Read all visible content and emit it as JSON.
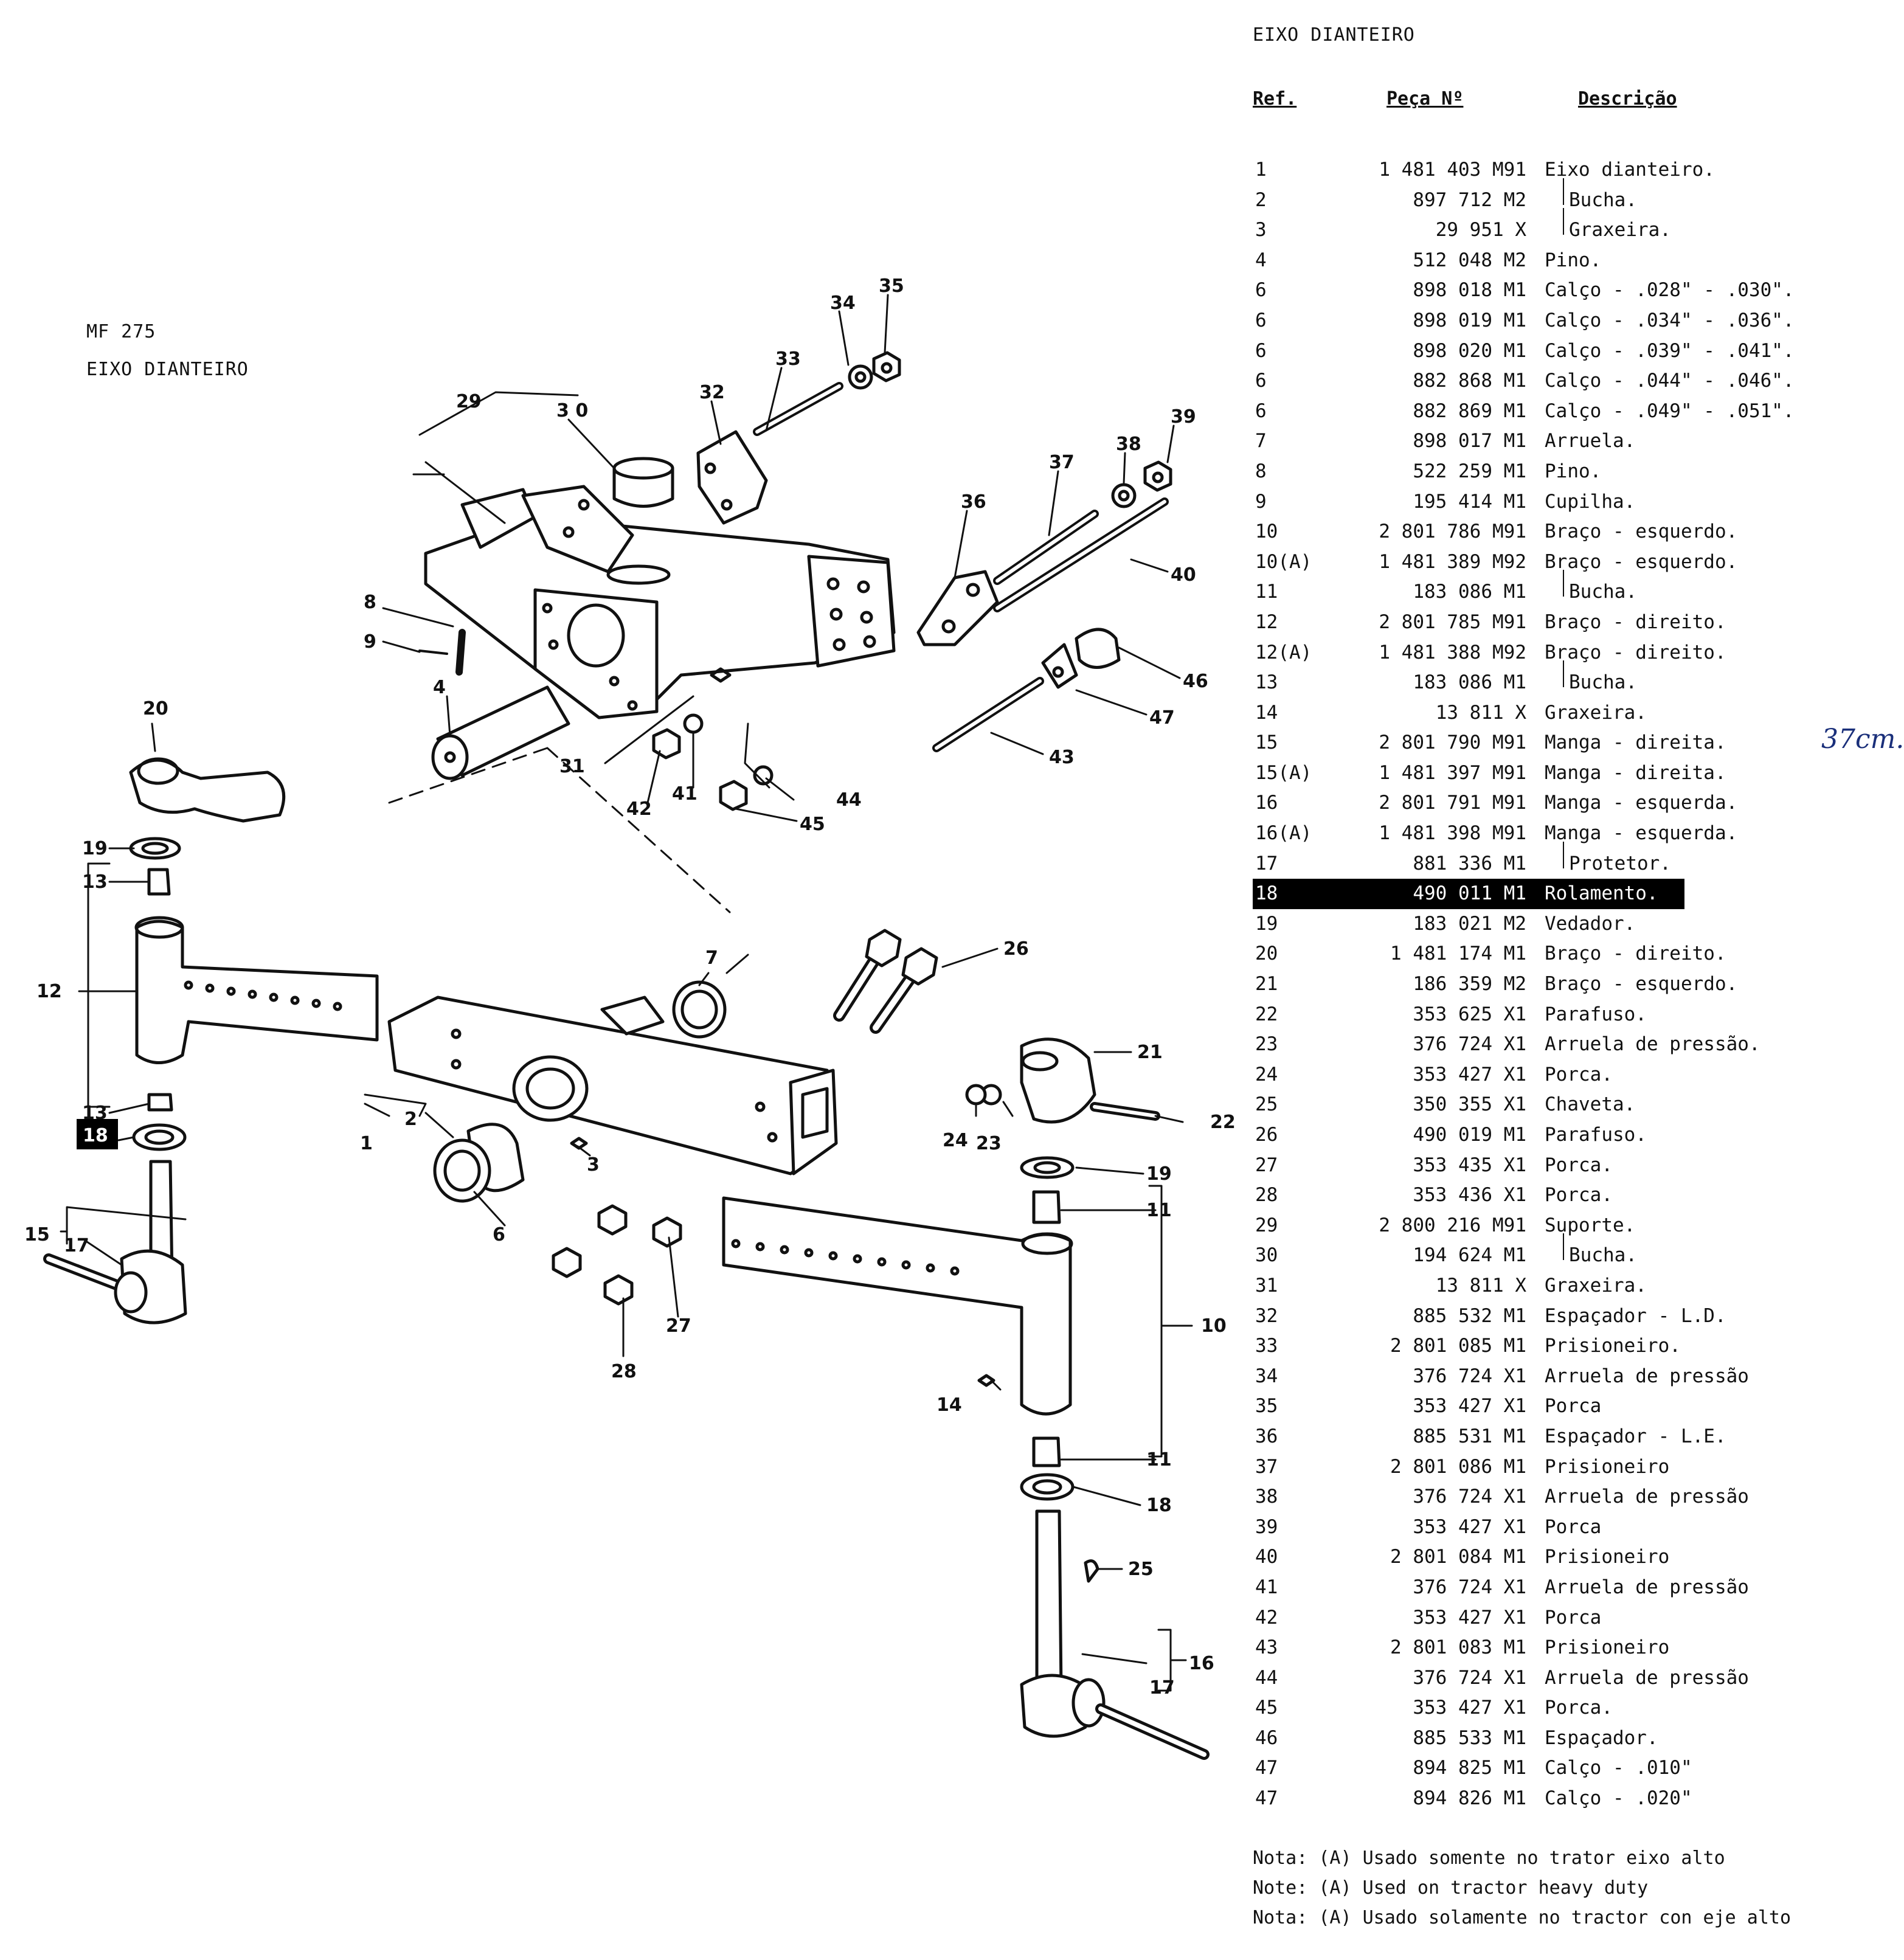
{
  "left_titles": {
    "model": "MF 275",
    "section": "EIXO DIANTEIRO"
  },
  "panel": {
    "title": "EIXO DIANTEIRO",
    "headers": {
      "ref": "Ref.",
      "part": "Peça Nº",
      "desc": "Descrição"
    },
    "rows": [
      {
        "ref": "1",
        "part": "1 481 403 M91",
        "desc": "Eixo dianteiro."
      },
      {
        "ref": "2",
        "part": "897 712 M2",
        "desc": "Bucha."
      },
      {
        "ref": "3",
        "part": "29 951 X",
        "desc": "Graxeira."
      },
      {
        "ref": "4",
        "part": "512 048 M2",
        "desc": "Pino."
      },
      {
        "ref": "6",
        "part": "898 018 M1",
        "desc": "Calço - .028\" - .030\"."
      },
      {
        "ref": "6",
        "part": "898 019 M1",
        "desc": "Calço - .034\" - .036\"."
      },
      {
        "ref": "6",
        "part": "898 020 M1",
        "desc": "Calço - .039\" - .041\"."
      },
      {
        "ref": "6",
        "part": "882 868 M1",
        "desc": "Calço - .044\" - .046\"."
      },
      {
        "ref": "6",
        "part": "882 869 M1",
        "desc": "Calço - .049\" - .051\"."
      },
      {
        "ref": "7",
        "part": "898 017 M1",
        "desc": "Arruela."
      },
      {
        "ref": "8",
        "part": "522 259 M1",
        "desc": "Pino."
      },
      {
        "ref": "9",
        "part": "195 414 M1",
        "desc": "Cupilha."
      },
      {
        "ref": "10",
        "part": "2 801 786 M91",
        "desc": "Braço - esquerdo."
      },
      {
        "ref": "10(A)",
        "part": "1 481 389 M92",
        "desc": "Braço - esquerdo."
      },
      {
        "ref": "11",
        "part": "183 086 M1",
        "desc": "Bucha."
      },
      {
        "ref": "12",
        "part": "2 801 785 M91",
        "desc": "Braço - direito."
      },
      {
        "ref": "12(A)",
        "part": "1 481 388 M92",
        "desc": "Braço - direito."
      },
      {
        "ref": "13",
        "part": "183 086 M1",
        "desc": "Bucha."
      },
      {
        "ref": "14",
        "part": "13 811 X",
        "desc": "Graxeira."
      },
      {
        "ref": "15",
        "part": "2 801 790 M91",
        "desc": "Manga - direita."
      },
      {
        "ref": "15(A)",
        "part": "1 481 397 M91",
        "desc": "Manga - direita."
      },
      {
        "ref": "16",
        "part": "2 801 791 M91",
        "desc": "Manga - esquerda."
      },
      {
        "ref": "16(A)",
        "part": "1 481 398 M91",
        "desc": "Manga - esquerda."
      },
      {
        "ref": "17",
        "part": "881 336 M1",
        "desc": "Protetor."
      },
      {
        "ref": "18",
        "part": "490 011 M1",
        "desc": "Rolamento."
      },
      {
        "ref": "19",
        "part": "183 021 M2",
        "desc": "Vedador."
      },
      {
        "ref": "20",
        "part": "1 481 174 M1",
        "desc": "Braço - direito."
      },
      {
        "ref": "21",
        "part": "186 359 M2",
        "desc": "Braço - esquerdo."
      },
      {
        "ref": "22",
        "part": "353 625 X1",
        "desc": "Parafuso."
      },
      {
        "ref": "23",
        "part": "376 724 X1",
        "desc": "Arruela de pressão."
      },
      {
        "ref": "24",
        "part": "353 427 X1",
        "desc": "Porca."
      },
      {
        "ref": "25",
        "part": "350 355 X1",
        "desc": "Chaveta."
      },
      {
        "ref": "26",
        "part": "490 019 M1",
        "desc": "Parafuso."
      },
      {
        "ref": "27",
        "part": "353 435 X1",
        "desc": "Porca."
      },
      {
        "ref": "28",
        "part": "353 436 X1",
        "desc": "Porca."
      },
      {
        "ref": "29",
        "part": "2 800 216 M91",
        "desc": "Suporte."
      },
      {
        "ref": "30",
        "part": "194 624 M1",
        "desc": "Bucha."
      },
      {
        "ref": "31",
        "part": "13 811 X",
        "desc": "Graxeira."
      },
      {
        "ref": "32",
        "part": "885 532 M1",
        "desc": "Espaçador - L.D."
      },
      {
        "ref": "33",
        "part": "2 801 085 M1",
        "desc": "Prisioneiro."
      },
      {
        "ref": "34",
        "part": "376 724 X1",
        "desc": "Arruela de pressão"
      },
      {
        "ref": "35",
        "part": "353 427 X1",
        "desc": "Porca"
      },
      {
        "ref": "36",
        "part": "885 531 M1",
        "desc": "Espaçador - L.E."
      },
      {
        "ref": "37",
        "part": "2 801 086 M1",
        "desc": "Prisioneiro"
      },
      {
        "ref": "38",
        "part": "376 724 X1",
        "desc": "Arruela de pressão"
      },
      {
        "ref": "39",
        "part": "353 427 X1",
        "desc": "Porca"
      },
      {
        "ref": "40",
        "part": "2 801 084 M1",
        "desc": "Prisioneiro"
      },
      {
        "ref": "41",
        "part": "376 724 X1",
        "desc": "Arruela de pressão"
      },
      {
        "ref": "42",
        "part": "353 427 X1",
        "desc": "Porca"
      },
      {
        "ref": "43",
        "part": "2 801 083 M1",
        "desc": "Prisioneiro"
      },
      {
        "ref": "44",
        "part": "376 724 X1",
        "desc": "Arruela de pressão"
      },
      {
        "ref": "45",
        "part": "353 427 X1",
        "desc": "Porca."
      },
      {
        "ref": "46",
        "part": "885 533 M1",
        "desc": "Espaçador."
      },
      {
        "ref": "47",
        "part": "894 825 M1",
        "desc": "Calço - .010\""
      },
      {
        "ref": "47",
        "part": "894 826 M1",
        "desc": "Calço - .020\""
      }
    ],
    "handwritten_note": "37cm.",
    "notes": [
      "Nota: (A) Usado somente no trator eixo alto",
      "Note: (A) Used on tractor heavy duty",
      "Nota: (A) Usado solamente no tractor con eje alto"
    ]
  },
  "diagram": {
    "callouts": [
      "1",
      "2",
      "3",
      "4",
      "6",
      "7",
      "8",
      "9",
      "10",
      "11",
      "11",
      "12",
      "13",
      "13",
      "14",
      "15",
      "16",
      "17",
      "17",
      "18",
      "18",
      "19",
      "19",
      "20",
      "21",
      "22",
      "23",
      "24",
      "25",
      "26",
      "27",
      "28",
      "29",
      "30",
      "31",
      "32",
      "33",
      "34",
      "35",
      "36",
      "37",
      "38",
      "39",
      "40",
      "41",
      "42",
      "43",
      "44",
      "45",
      "46",
      "47"
    ]
  }
}
